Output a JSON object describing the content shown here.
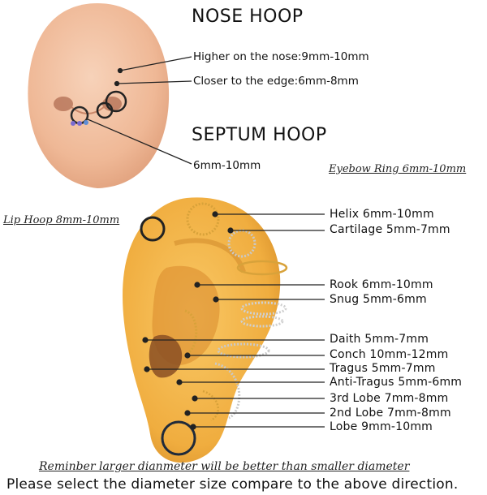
{
  "nose_section": {
    "title": "NOSE HOOP",
    "higher": "Higher on the nose:9mm-10mm",
    "closer": "Closer to the edge:6mm-8mm"
  },
  "septum_section": {
    "title": "SEPTUM HOOP",
    "size": "6mm-10mm"
  },
  "side_notes": {
    "eyebrow": "Eyebow Ring 6mm-10mm",
    "lip": "Lip Hoop 8mm-10mm"
  },
  "ear_labels": [
    "Helix  6mm-10mm",
    "Cartilage  5mm-7mm",
    "Rook  6mm-10mm",
    "Snug  5mm-6mm",
    "Daith  5mm-7mm",
    "Conch  10mm-12mm",
    "Tragus  5mm-7mm",
    "Anti-Tragus  5mm-6mm",
    "3rd Lobe  7mm-8mm",
    "2nd Lobe  7mm-8mm",
    "Lobe  9mm-10mm"
  ],
  "footer": {
    "note": "Reminber larger dianmeter will be better than smaller diameter",
    "instruction": "Please select the diameter size compare to the above direction."
  },
  "colors": {
    "nose_skin": "#f2c2a4",
    "ear_skin": "#f3b64d",
    "gold_ring": "#d8a23a",
    "silver_ring": "#c9c9c9",
    "black_ring": "#222222"
  }
}
